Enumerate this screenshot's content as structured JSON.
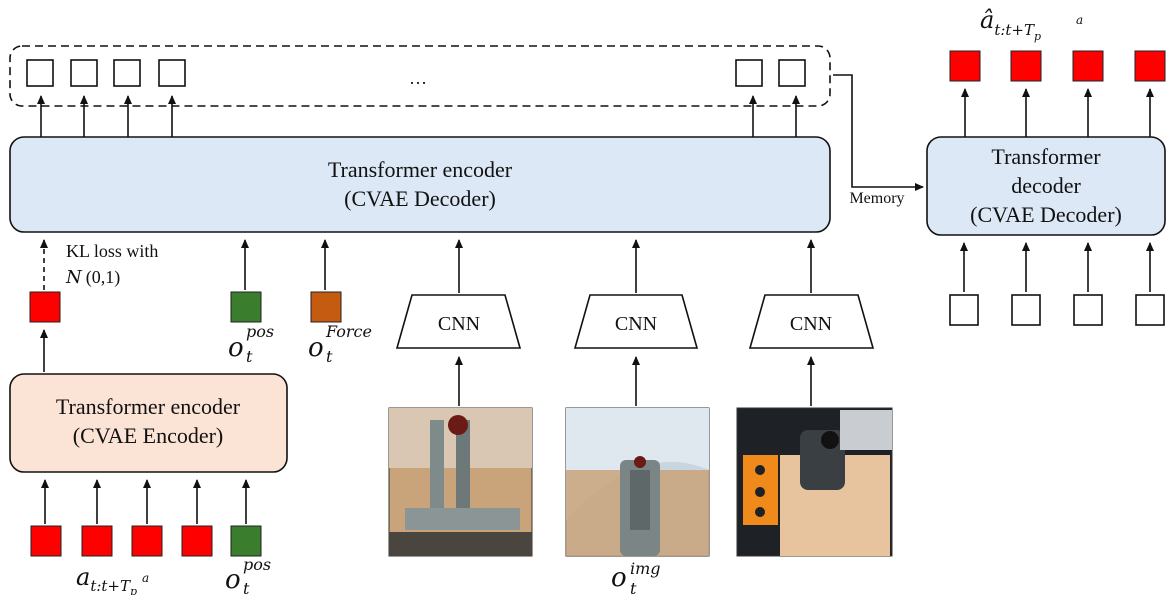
{
  "top_tokens": {
    "ellipsis": "…"
  },
  "encoder_main": {
    "line1": "Transformer encoder",
    "line2": "(CVAE Decoder)"
  },
  "decoder": {
    "line1": "Transformer",
    "line2": "decoder",
    "line3": "(CVAE Decoder)"
  },
  "memory_label": "Memory",
  "output": {
    "symbol": "â",
    "subscript": "t:t+T",
    "sub_sub": "p",
    "sup": "a"
  },
  "kl_loss": {
    "line1": "KL loss with",
    "line2_n": "N",
    "line2_rest": "(0,1)"
  },
  "pos_obs": {
    "symbol": "o",
    "sup": "pos",
    "sub": "t"
  },
  "force_obs": {
    "symbol": "o",
    "sup": "Force",
    "sub": "t"
  },
  "cnn": {
    "label": "CNN"
  },
  "cvae_encoder": {
    "line1": "Transformer encoder",
    "line2": "(CVAE Encoder)"
  },
  "action_seq": {
    "symbol": "a",
    "subscript": "t:t+T",
    "sub_sub": "p",
    "sup": "a"
  },
  "pos_obs_bottom": {
    "symbol": "o",
    "sup": "pos",
    "sub": "t"
  },
  "img_obs": {
    "symbol": "o",
    "sup": "img",
    "sub": "t"
  },
  "colors": {
    "action_red": "#ff0000",
    "pos_green": "#3a7d2c",
    "force_orange": "#c55a11",
    "encoder_blue": "#dce8f5",
    "cvae_enc_peach": "#fbe3d6"
  }
}
